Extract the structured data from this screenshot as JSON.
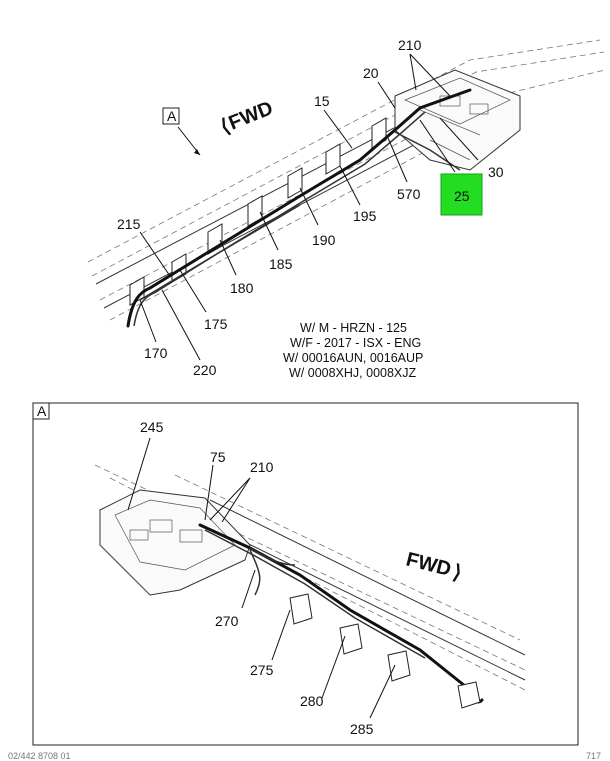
{
  "view_label": "A",
  "fwd_label": "FWD",
  "highlight_color": "#22dd22",
  "top_view": {
    "callouts": [
      "210",
      "20",
      "15",
      "30",
      "25",
      "570",
      "195",
      "190",
      "185",
      "180",
      "175",
      "215",
      "170",
      "220"
    ],
    "highlighted": "25"
  },
  "notes": [
    "W/ M - HRZN - 125",
    "W/F - 2017 - ISX - ENG",
    "W/ 00016AUN, 0016AUP",
    "W/ 0008XHJ, 0008XJZ"
  ],
  "detail_view": {
    "callouts": [
      "245",
      "75",
      "210",
      "270",
      "275",
      "280",
      "285"
    ]
  },
  "footer": {
    "left": "02/442 8708 01",
    "right": "717"
  }
}
